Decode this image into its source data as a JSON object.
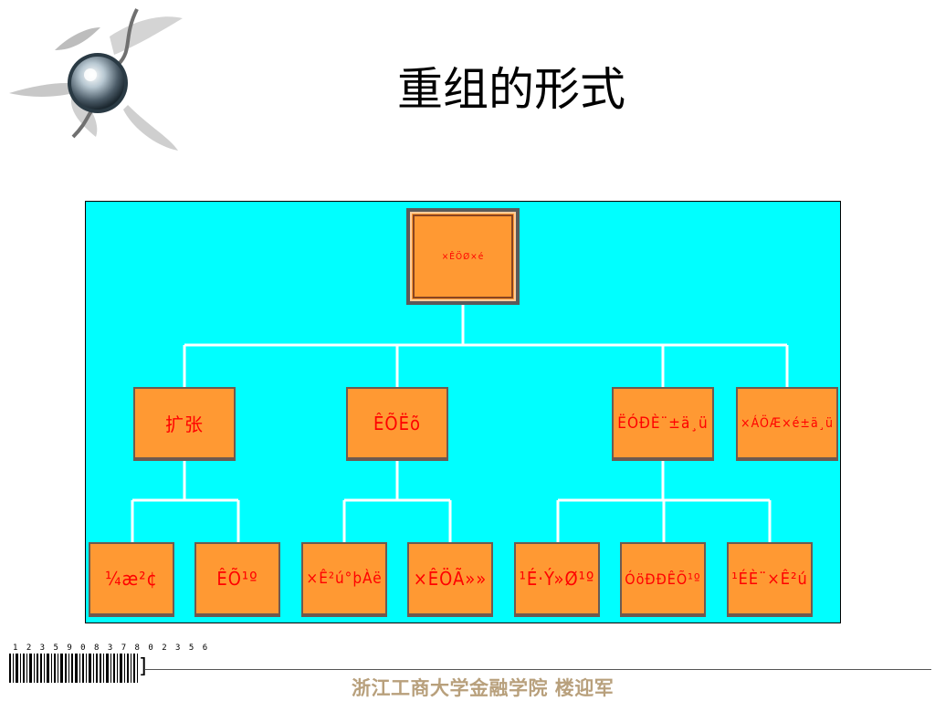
{
  "slide": {
    "title": "重组的形式",
    "footer": "浙江工商大学金融学院  楼迎军",
    "barcode_number": "1 2 3 5 9 0 8 3 7 8 0 2 3 5 6"
  },
  "diagram": {
    "colors": {
      "panel": "#00ffff",
      "node_fill": "#ff9933",
      "node_text": "#ff0000",
      "connector": "#ffffff"
    },
    "root": "×ÊÖØ×é",
    "level1": [
      "扩张",
      "ÊÕËõ",
      "ËÓÐÈ¨±ä¸ü",
      "×ÁÖÆ×é±ä¸ü"
    ],
    "level2": [
      "¼æ²¢",
      "ÊÕ¹º",
      "×Ê²ú°þÀë",
      "×ÊÖÃ»»",
      "¹É·Ý»Ø¹º",
      "ÓöÐÐÊÕ¹º",
      "¹ÉÈ¨×Ê²ú"
    ]
  }
}
